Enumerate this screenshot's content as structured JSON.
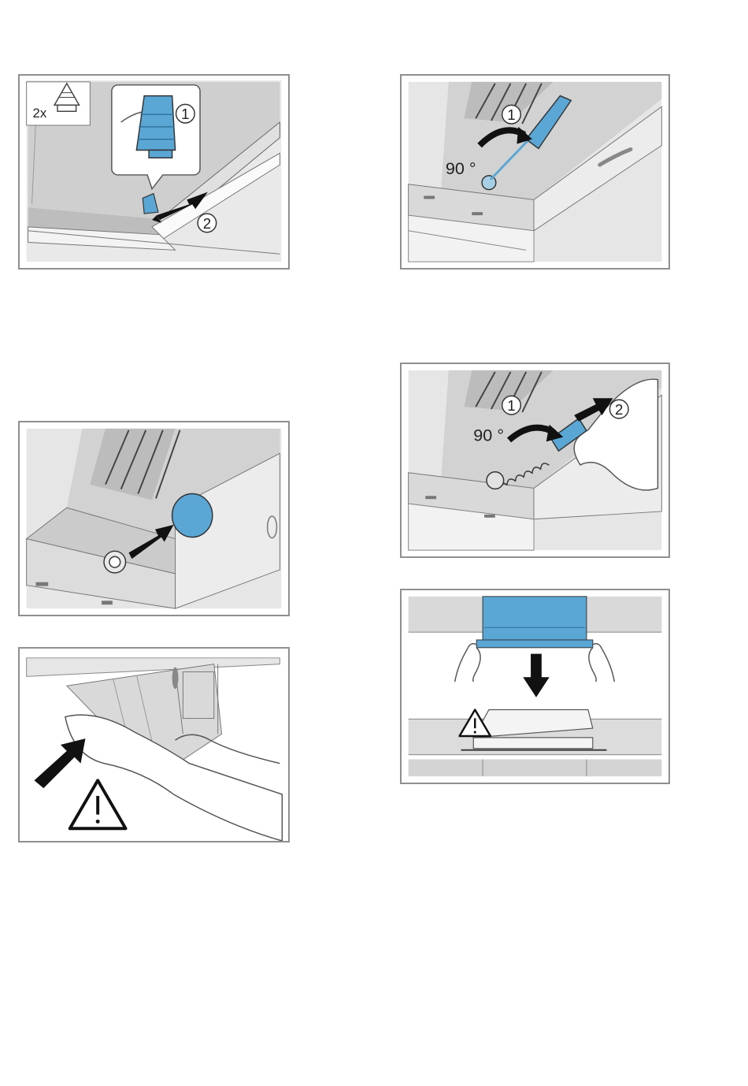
{
  "panels": {
    "clip_install": {
      "quantity_label": "2x",
      "step_1": "1",
      "step_2": "2"
    },
    "screw_turn": {
      "step_1": "1",
      "angle_label": "90 °"
    },
    "knob_press": {},
    "screw_remove": {
      "step_1": "1",
      "step_2": "2",
      "angle_label": "90 °"
    },
    "hand_warning": {},
    "filter_remove": {}
  },
  "icons": [
    "warning-triangle-icon",
    "arrow-icon",
    "clip-icon",
    "screwdriver-icon",
    "rotation-arrow-icon"
  ],
  "colors": {
    "accent_blue": "#5aa7d6",
    "panel_gray": "#d4d4d4",
    "border_gray": "#8f8f8f"
  }
}
